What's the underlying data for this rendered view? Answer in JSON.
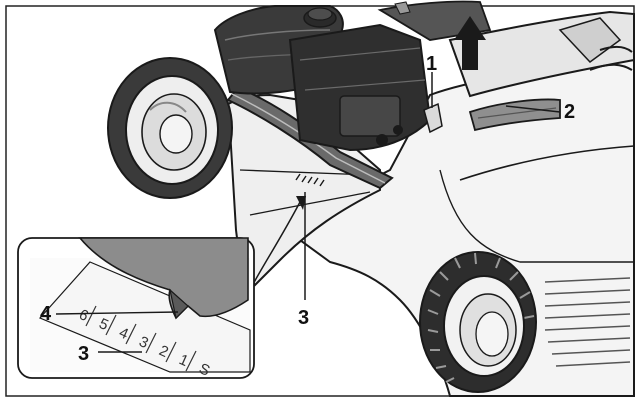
{
  "diagram": {
    "subject": "lawn mower cutting height adjustment",
    "callouts": {
      "c1": "1",
      "c2": "2",
      "c3_main": "3",
      "c3_inset": "3",
      "c4": "4"
    },
    "height_scale": [
      "6",
      "5",
      "4",
      "3",
      "2",
      "1",
      "S"
    ],
    "colors": {
      "line": "#1a1a1a",
      "light_fill": "#f7f7f7",
      "mid_gray": "#9a9a9a",
      "dark_gray": "#5b5b5b",
      "frame": "#222222"
    },
    "icons": {
      "lift_arrow": "up-arrow-icon"
    }
  }
}
